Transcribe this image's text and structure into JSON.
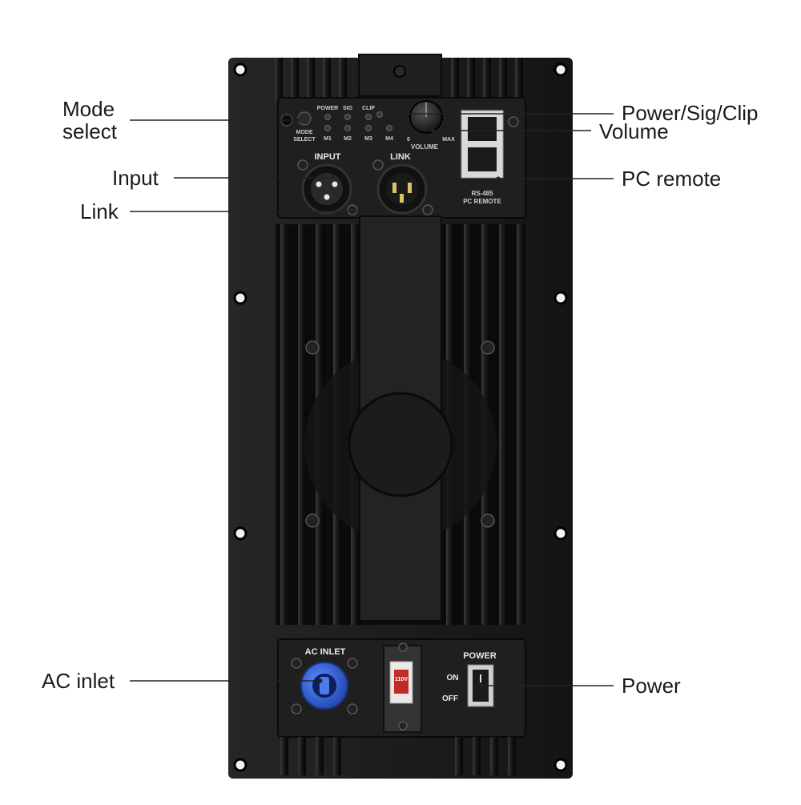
{
  "callouts": {
    "mode_select": "Mode\nselect",
    "input": "Input",
    "link": "Link",
    "ac_inlet": "AC inlet",
    "power_sig_clip": "Power/Sig/Clip",
    "volume": "Volume",
    "pc_remote": "PC remote",
    "power": "Power"
  },
  "panel": {
    "mode_select_label_1": "MODE",
    "mode_select_label_2": "SELECT",
    "led_power": "POWER",
    "led_sig": "SIG",
    "led_clip": "CLIP",
    "m1": "M1",
    "m2": "M2",
    "m3": "M3",
    "m4": "M4",
    "volume_label": "VOLUME",
    "volume_min": "0",
    "volume_max": "MAX",
    "input_label": "INPUT",
    "link_label": "LINK",
    "rs485_1": "RS-485",
    "rs485_2": "PC REMOTE",
    "ac_inlet_label": "AC INLET",
    "voltage_label": "110V",
    "power_label": "POWER",
    "on_label": "ON",
    "off_label": "OFF"
  },
  "colors": {
    "panel": "#1b1b1b",
    "fin": "#0c0c0c",
    "accent_blue": "#2f63d6"
  }
}
